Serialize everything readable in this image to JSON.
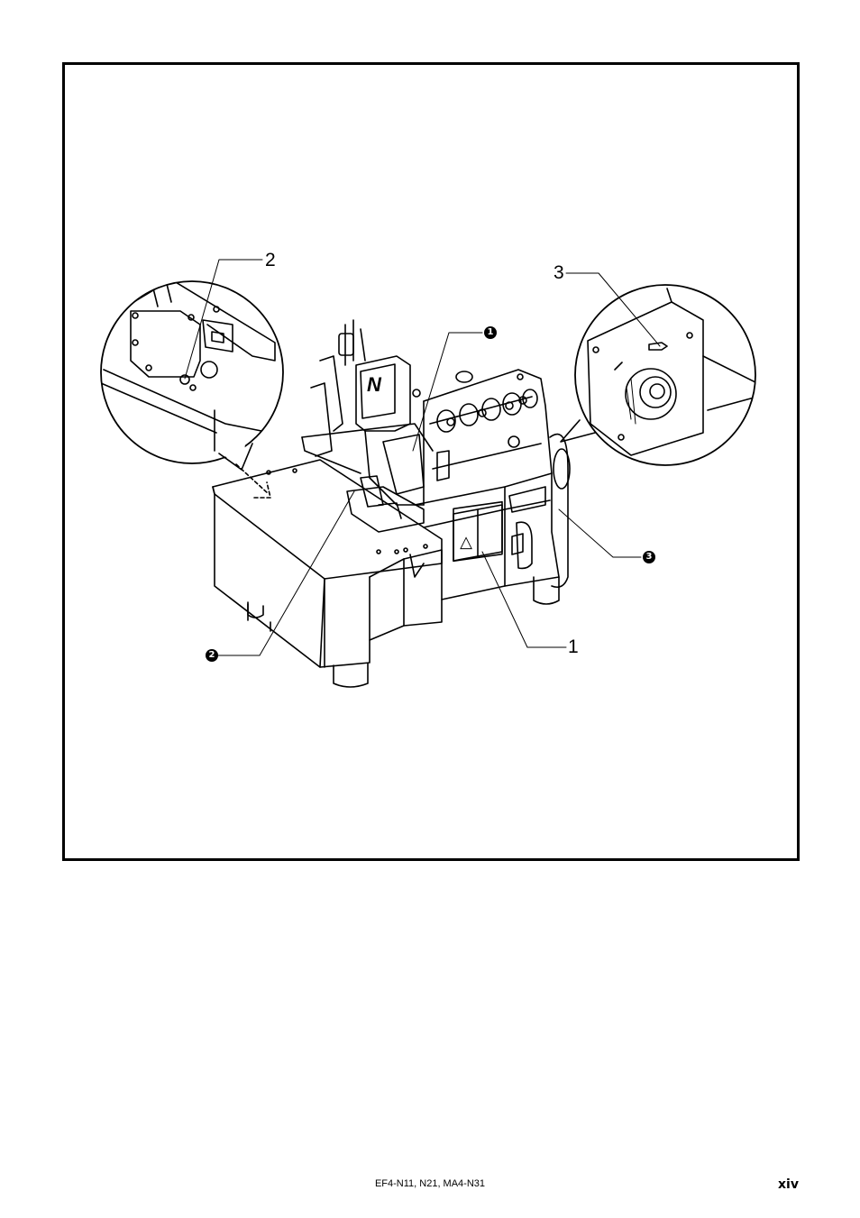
{
  "figure": {
    "callouts": {
      "c1": "1",
      "c2": "2",
      "c3": "3",
      "b1": "1",
      "b2": "2",
      "b3": "3"
    },
    "warning_symbol": "△"
  },
  "footer": {
    "model": "EF4-N11, N21, MA4-N31",
    "page_number": "xiv"
  }
}
